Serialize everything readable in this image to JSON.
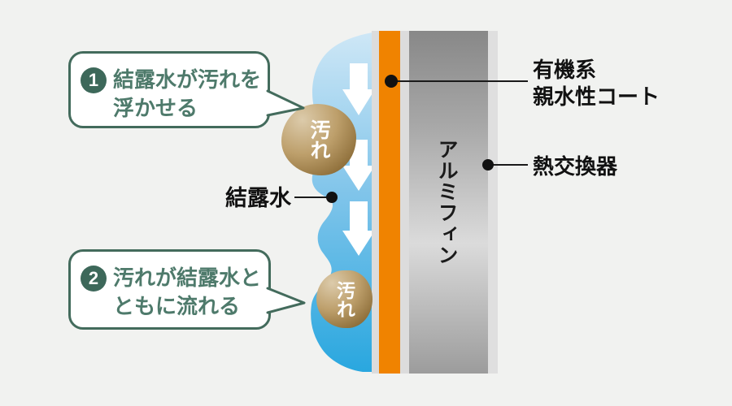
{
  "diagram_type": "air-conditioner heat-exchanger hydrophilic coating self-clean diagram",
  "steps": [
    {
      "number": "1",
      "line1": "結露水が汚れを",
      "line2": "浮かせる"
    },
    {
      "number": "2",
      "line1": "汚れが結露水と",
      "line2": "ともに流れる"
    }
  ],
  "labels": {
    "coat_line1": "有機系",
    "coat_line2": "親水性コート",
    "heat_exchanger": "熱交換器",
    "condensation": "結露水",
    "fin": "アルミフィン"
  },
  "dirt_blobs": [
    {
      "label": "汚れ"
    },
    {
      "label": "汚れ"
    }
  ],
  "icons": {
    "flow_arrows": "down-arrow-icon",
    "callout_dots": "dot-icon"
  },
  "colors": {
    "background": "#F1F2F0",
    "coat_orange": "#F08300",
    "water_top": "#CEE7F6",
    "water_bottom": "#29A7DF",
    "dirt_brown": "#7D5D28",
    "dirt_light": "#DCCBAB",
    "fin_gray_dark": "#888888",
    "fin_gray_light": "#DBDBDB",
    "edge_gray": "#DCDCDC",
    "bubble_green": "#436B5C",
    "bubble_text_green": "#4E7A6B",
    "text_black": "#111111"
  }
}
